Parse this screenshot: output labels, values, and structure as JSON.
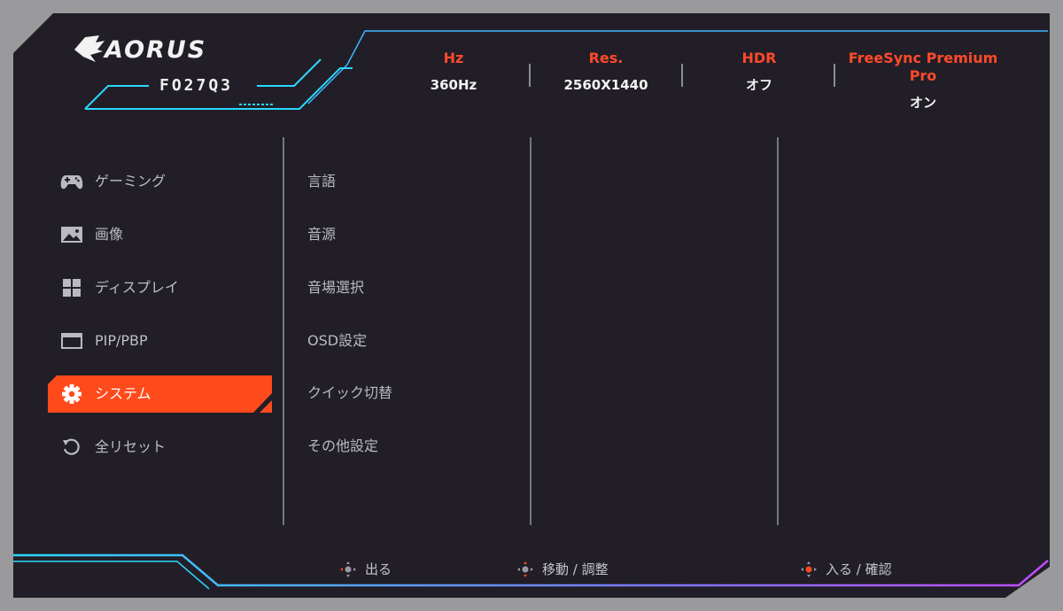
{
  "brand": {
    "logo_text": "AORUS",
    "model": "FO27Q3"
  },
  "status": [
    {
      "label": "Hz",
      "value": "360Hz"
    },
    {
      "label": "Res.",
      "value": "2560X1440"
    },
    {
      "label": "HDR",
      "value": "オフ"
    },
    {
      "label": "FreeSync Premium Pro",
      "value": "オン"
    }
  ],
  "sidebar": {
    "items": [
      {
        "label": "ゲーミング",
        "icon": "gamepad-icon",
        "active": false
      },
      {
        "label": "画像",
        "icon": "image-icon",
        "active": false
      },
      {
        "label": "ディスプレイ",
        "icon": "grid-icon",
        "active": false
      },
      {
        "label": "PIP/PBP",
        "icon": "window-icon",
        "active": false
      },
      {
        "label": "システム",
        "icon": "gear-icon",
        "active": true
      },
      {
        "label": "全リセット",
        "icon": "reset-icon",
        "active": false
      }
    ]
  },
  "submenu": {
    "items": [
      {
        "label": "言語"
      },
      {
        "label": "音源"
      },
      {
        "label": "音場選択"
      },
      {
        "label": "OSD設定"
      },
      {
        "label": "クイック切替"
      },
      {
        "label": "その他設定"
      }
    ]
  },
  "footer": {
    "exit": "出る",
    "move": "移動 / 調整",
    "enter": "入る / 確認"
  },
  "colors": {
    "accent": "#ff4a1c",
    "panel": "#211d26",
    "cyan": "#2ad8ff",
    "magenta": "#d04bff",
    "text": "#bdbdc6"
  }
}
